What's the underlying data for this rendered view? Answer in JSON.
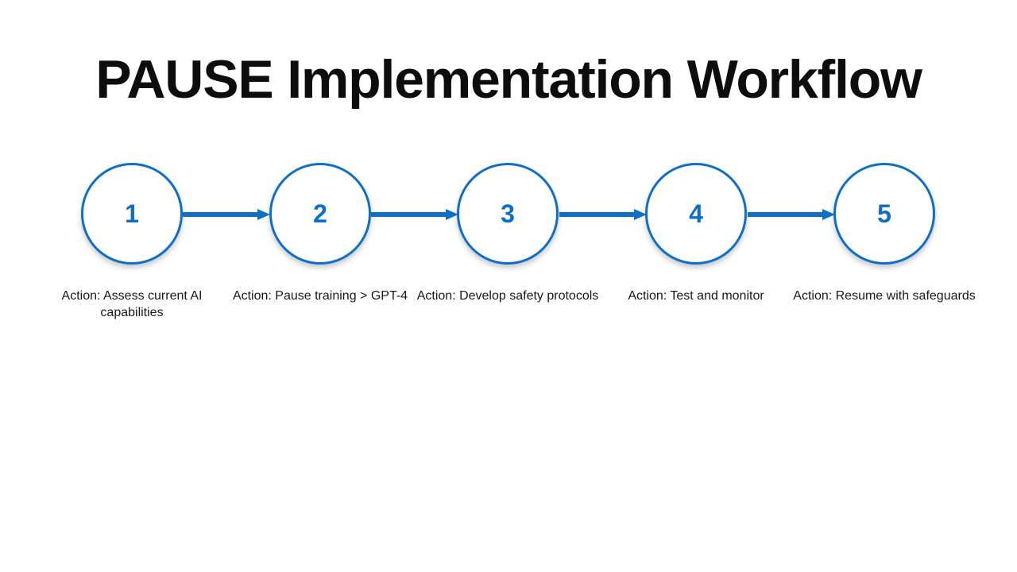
{
  "slide": {
    "title": "PAUSE Implementation Workflow",
    "background_color": "#ffffff",
    "accent_color": "#0f6fc6",
    "title_color": "#0d0d0d",
    "caption_color": "#17181a"
  },
  "flow": {
    "steps": [
      {
        "number": "1",
        "caption": "Action: Assess current AI capabilities"
      },
      {
        "number": "2",
        "caption": "Action: Pause training > GPT-4"
      },
      {
        "number": "3",
        "caption": "Action: Develop safety protocols"
      },
      {
        "number": "4",
        "caption": "Action: Test and monitor"
      },
      {
        "number": "5",
        "caption": "Action: Resume with safeguards"
      }
    ],
    "connectors": [
      {
        "from": "1",
        "to": "2",
        "direction": "right"
      },
      {
        "from": "2",
        "to": "3",
        "direction": "right"
      },
      {
        "from": "3",
        "to": "4",
        "direction": "right"
      },
      {
        "from": "4",
        "to": "5",
        "direction": "right"
      }
    ]
  }
}
